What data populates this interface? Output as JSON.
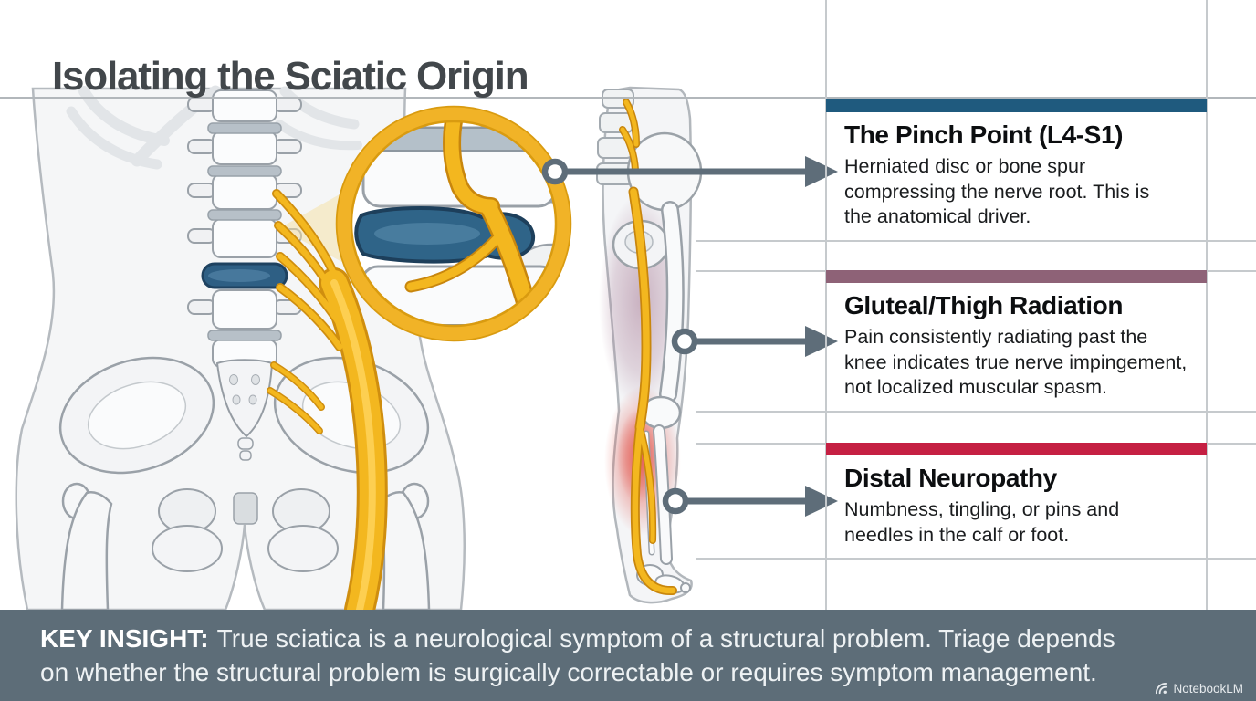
{
  "title": "Isolating the Sciatic Origin",
  "callouts": [
    {
      "accent": "#1f5a7e",
      "heading": "The Pinch Point (L4-S1)",
      "lines": [
        "Herniated disc or bone spur",
        "compressing the nerve root. This is",
        "the anatomical driver."
      ]
    },
    {
      "accent": "#8e6277",
      "heading": "Gluteal/Thigh Radiation",
      "lines": [
        "Pain consistently radiating past the",
        "knee indicates true nerve impingement,",
        "not localized muscular spasm."
      ]
    },
    {
      "accent": "#c52043",
      "heading": "Distal Neuropathy",
      "lines": [
        "Numbness, tingling, or pins and",
        "needles in the calf or foot."
      ]
    }
  ],
  "banner": {
    "background": "#5d6d78",
    "label": "KEY INSIGHT:",
    "line1": "True sciatica is a neurological symptom of a structural problem. Triage depends",
    "line2": "on whether the structural problem is surgically correctable or requires symptom management."
  },
  "watermark": {
    "text": "NotebookLM"
  },
  "illustration": {
    "left_figure": "lower-torso-skeleton-with-sciatic-nerve",
    "inset": "lumbar-disc-herniation-magnified",
    "right_figure": "posterior-leg-with-sciatic-nerve-radiation",
    "colors": {
      "nerve": "#f3b71f",
      "magnifier_ring": "#f1b327",
      "herniated_disc": "#2f6488",
      "arrow": "#5e6d79",
      "pain_glow_thigh": "#a77b95",
      "pain_glow_calf": "#e0473c"
    }
  }
}
